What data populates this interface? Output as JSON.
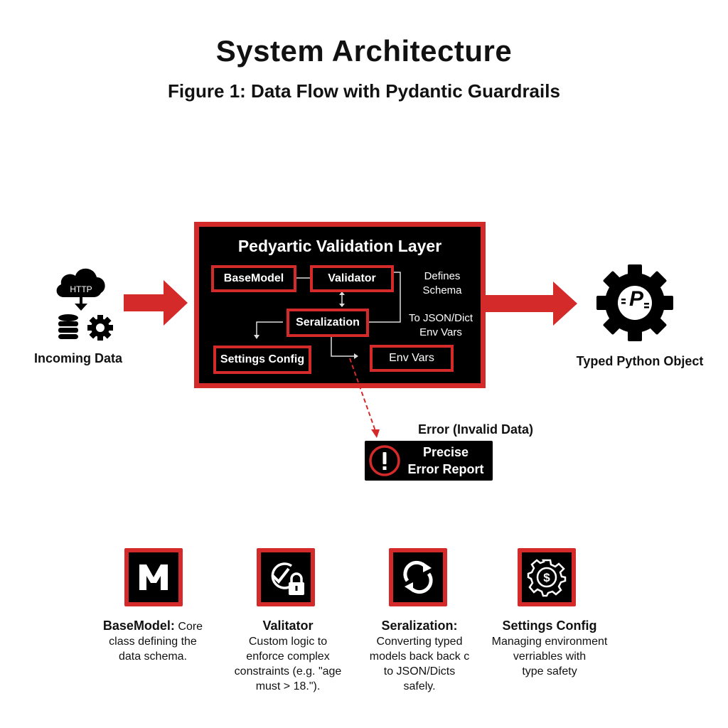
{
  "header": {
    "title": "System Architecture",
    "subtitle": "Figure 1: Data Flow with Pydantic Guardrails"
  },
  "source": {
    "icon_text": "HTTP",
    "label": "Incoming Data"
  },
  "layer": {
    "title": "Pedyartic Validation Layer",
    "nodes": {
      "basemodel": "BaseModel",
      "validator": "Validator",
      "serialization": "Seralization",
      "settings": "Settings Config",
      "envvars": "Env Vars"
    },
    "notes": {
      "defines_line1": "Defines",
      "defines_line2": "Schema",
      "json_line1": "To JSON/Dict",
      "json_line2": "Env Vars"
    }
  },
  "target": {
    "icon_text": "P",
    "label": "Typed Python Object"
  },
  "error": {
    "heading": "Error (Invalid Data)",
    "line1": "Precise",
    "line2": "Error Report"
  },
  "legend": [
    {
      "icon": "m-logo-icon",
      "title": "BaseModel:",
      "inline_rest": "Core",
      "lines": [
        "class defining the",
        "data schema."
      ]
    },
    {
      "icon": "check-lock-icon",
      "title": "Valitator",
      "lines": [
        "Custom logic to",
        "enforce complex",
        "constraints (e.g. \"age",
        "must > 18.\")."
      ]
    },
    {
      "icon": "refresh-icon",
      "title": "Seralization:",
      "lines": [
        "Converting typed",
        "models back back c",
        "to JSON/Dicts",
        "safely."
      ]
    },
    {
      "icon": "settings-gear-icon",
      "title": "Settings Config",
      "lines": [
        "Managing environment",
        "verriables with",
        "type safety"
      ]
    }
  ],
  "colors": {
    "accent_red": "#d42a2a",
    "panel_black": "#000000",
    "text_white": "#ffffff"
  }
}
